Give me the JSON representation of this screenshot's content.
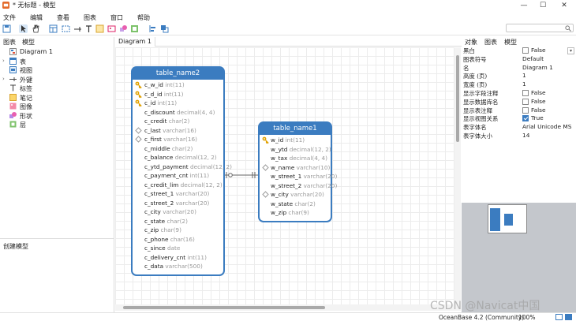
{
  "window": {
    "title": "* 无标题 - 模型"
  },
  "menu": [
    "文件",
    "编辑",
    "查看",
    "图表",
    "窗口",
    "帮助"
  ],
  "search": {
    "placeholder": ""
  },
  "left_panel": {
    "tabs": [
      "图表",
      "模型"
    ],
    "tree": [
      {
        "label": "Diagram 1",
        "icon": "diagram-icon",
        "expandable": false
      },
      {
        "label": "表",
        "icon": "table-icon",
        "expandable": true
      },
      {
        "label": "视图",
        "icon": "view-icon",
        "expandable": false
      },
      {
        "label": "外键",
        "icon": "foreign-key-icon",
        "expandable": true
      },
      {
        "label": "标签",
        "icon": "label-icon",
        "expandable": false
      },
      {
        "label": "笔记",
        "icon": "note-icon",
        "expandable": false
      },
      {
        "label": "图像",
        "icon": "image-icon",
        "expandable": false
      },
      {
        "label": "形状",
        "icon": "shape-icon",
        "expandable": false
      },
      {
        "label": "层",
        "icon": "layer-icon",
        "expandable": false
      }
    ],
    "bottom_label": "创建模型"
  },
  "canvas": {
    "tab": "Diagram 1",
    "tables": [
      {
        "name": "table_name2",
        "fields": [
          {
            "name": "c_w_id",
            "type": "int(11)",
            "icon": "key"
          },
          {
            "name": "c_d_id",
            "type": "int(11)",
            "icon": "key"
          },
          {
            "name": "c_id",
            "type": "int(11)",
            "icon": "key"
          },
          {
            "name": "c_discount",
            "type": "decimal(4, 4)",
            "icon": "none"
          },
          {
            "name": "c_credit",
            "type": "char(2)",
            "icon": "none"
          },
          {
            "name": "c_last",
            "type": "varchar(16)",
            "icon": "index"
          },
          {
            "name": "c_first",
            "type": "varchar(16)",
            "icon": "index"
          },
          {
            "name": "c_middle",
            "type": "char(2)",
            "icon": "none"
          },
          {
            "name": "c_balance",
            "type": "decimal(12, 2)",
            "icon": "none"
          },
          {
            "name": "c_ytd_payment",
            "type": "decimal(12, 2)",
            "icon": "none"
          },
          {
            "name": "c_payment_cnt",
            "type": "int(11)",
            "icon": "none"
          },
          {
            "name": "c_credit_lim",
            "type": "decimal(12, 2)",
            "icon": "none"
          },
          {
            "name": "c_street_1",
            "type": "varchar(20)",
            "icon": "none"
          },
          {
            "name": "c_street_2",
            "type": "varchar(20)",
            "icon": "none"
          },
          {
            "name": "c_city",
            "type": "varchar(20)",
            "icon": "none"
          },
          {
            "name": "c_state",
            "type": "char(2)",
            "icon": "none"
          },
          {
            "name": "c_zip",
            "type": "char(9)",
            "icon": "none"
          },
          {
            "name": "c_phone",
            "type": "char(16)",
            "icon": "none"
          },
          {
            "name": "c_since",
            "type": "date",
            "icon": "none"
          },
          {
            "name": "c_delivery_cnt",
            "type": "int(11)",
            "icon": "none"
          },
          {
            "name": "c_data",
            "type": "varchar(500)",
            "icon": "none"
          }
        ]
      },
      {
        "name": "table_name1",
        "fields": [
          {
            "name": "w_id",
            "type": "int(11)",
            "icon": "key"
          },
          {
            "name": "w_ytd",
            "type": "decimal(12, 2)",
            "icon": "none"
          },
          {
            "name": "w_tax",
            "type": "decimal(4, 4)",
            "icon": "none"
          },
          {
            "name": "w_name",
            "type": "varchar(10)",
            "icon": "index"
          },
          {
            "name": "w_street_1",
            "type": "varchar(20)",
            "icon": "none"
          },
          {
            "name": "w_street_2",
            "type": "varchar(20)",
            "icon": "none"
          },
          {
            "name": "w_city",
            "type": "varchar(20)",
            "icon": "index"
          },
          {
            "name": "w_state",
            "type": "char(2)",
            "icon": "none"
          },
          {
            "name": "w_zip",
            "type": "char(9)",
            "icon": "none"
          }
        ]
      }
    ]
  },
  "right_panel": {
    "tabs": [
      "对象",
      "图表",
      "模型"
    ],
    "properties": [
      {
        "key": "黑白",
        "value": "False",
        "checkbox": false,
        "dropdown": true
      },
      {
        "key": "图表符号",
        "value": "Default"
      },
      {
        "key": "名",
        "value": "Diagram 1"
      },
      {
        "key": "高度 (页)",
        "value": "1"
      },
      {
        "key": "宽度 (页)",
        "value": "1"
      },
      {
        "key": "显示字段注释",
        "value": "False",
        "checkbox": false
      },
      {
        "key": "显示数据库名",
        "value": "False",
        "checkbox": false
      },
      {
        "key": "显示表注释",
        "value": "False",
        "checkbox": false
      },
      {
        "key": "显示视图关系",
        "value": "True",
        "checkbox": true
      },
      {
        "key": "表字体名",
        "value": "Arial Unicode MS"
      },
      {
        "key": "表字体大小",
        "value": "14"
      }
    ]
  },
  "status": {
    "db_version": "OceanBase 4.2 (Community)",
    "zoom": "100%"
  },
  "watermark": "CSDN @Navicat中国",
  "colors": {
    "accent": "#3b7cc0",
    "key": "#e0a100",
    "minimap_bg": "#c4c7cc"
  }
}
